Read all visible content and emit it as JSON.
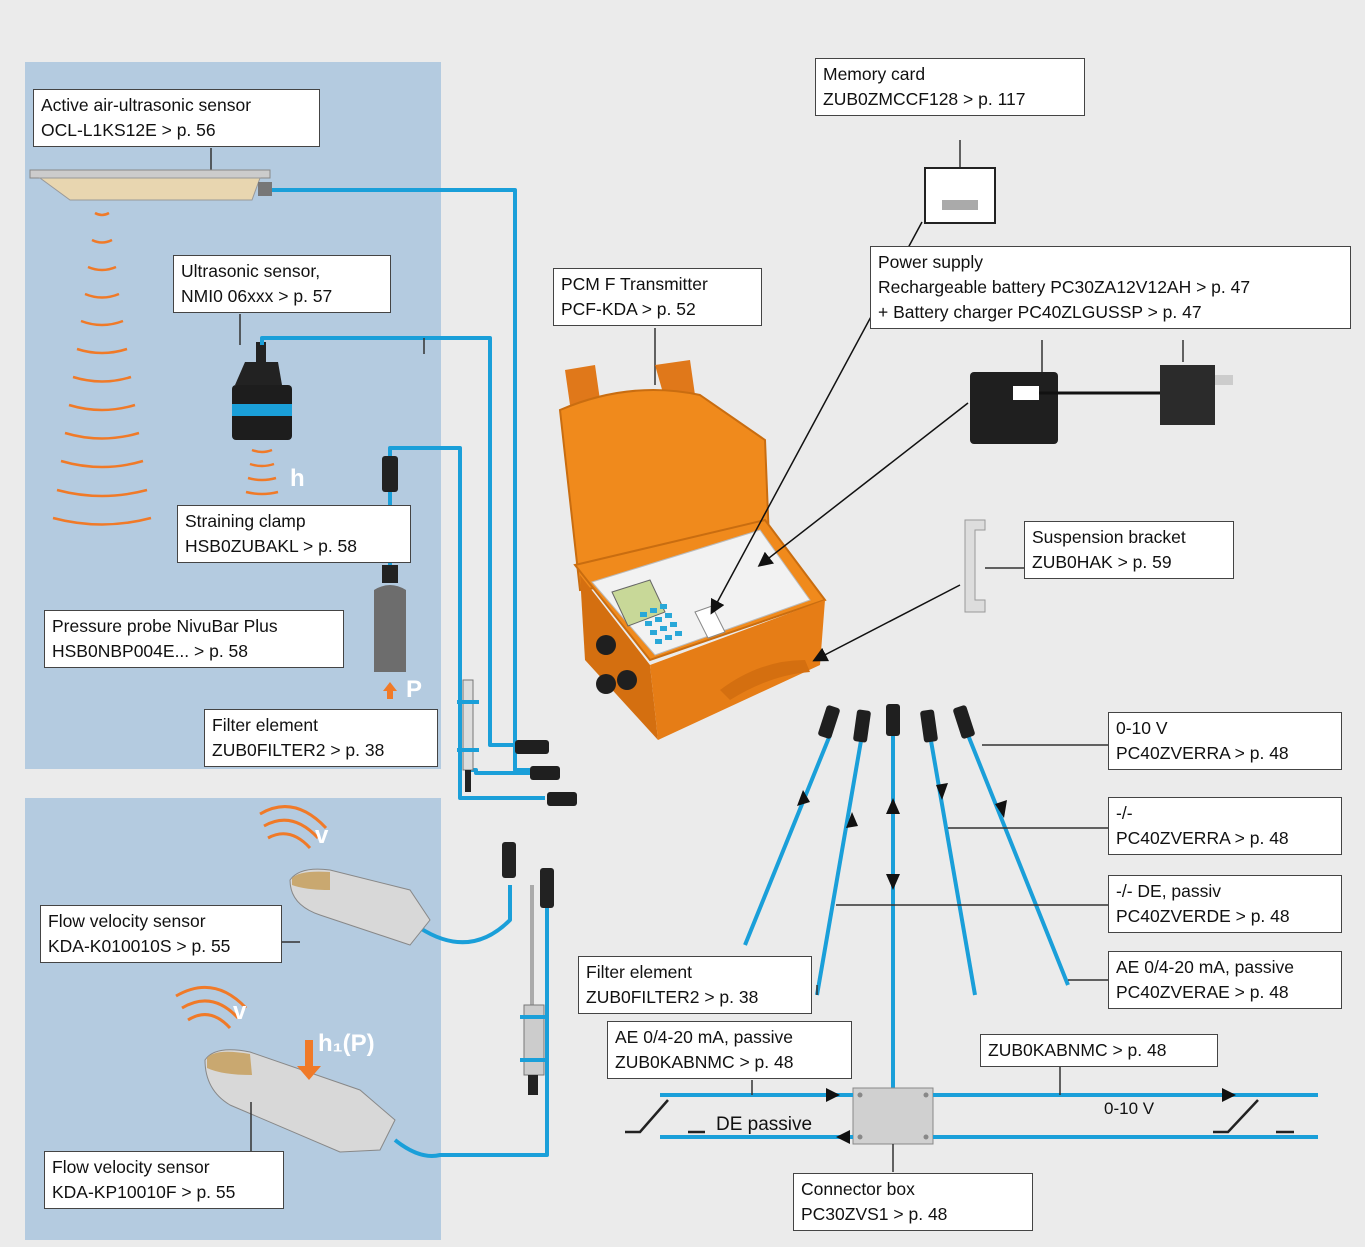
{
  "labels": {
    "ocl": {
      "line1": "Active air-ultrasonic sensor",
      "line2": "OCL-L1KS12E > p. 56"
    },
    "nmi": {
      "line1": "Ultrasonic sensor,",
      "line2": "NMI0 06xxx > p. 57"
    },
    "clamp": {
      "line1": "Straining clamp",
      "line2": "HSB0ZUBAKL >  p. 58"
    },
    "pressure": {
      "line1": "Pressure probe NivuBar Plus",
      "line2": "HSB0NBP004E... > p. 58"
    },
    "filter1": {
      "line1": "Filter element",
      "line2": "ZUB0FILTER2 > p. 38"
    },
    "kda1": {
      "line1": "Flow velocity sensor",
      "line2": "KDA-K010010S > p. 55"
    },
    "kda2": {
      "line1": "Flow velocity sensor",
      "line2": "KDA-KP10010F > p. 55"
    },
    "filter2": {
      "line1": "Filter element",
      "line2": "ZUB0FILTER2 > p. 38"
    },
    "pcm": {
      "line1": "PCM F Transmitter",
      "line2": "PCF-KDA > p. 52"
    },
    "memory": {
      "line1": "Memory card",
      "line2": "ZUB0ZMCCF128 > p. 117"
    },
    "power": {
      "line1": "Power supply",
      "line2": "Rechargeable battery PC30ZA12V12AH >  p. 47",
      "line3": "+ Battery charger  PC40ZLGUSSP >  p. 47"
    },
    "bracket": {
      "line1": "Suspension bracket",
      "line2": "ZUB0HAK > p. 59"
    },
    "out1": {
      "line1": "0-10 V",
      "line2": "PC40ZVERRA > p. 48"
    },
    "out2": {
      "line1": "-/-",
      "line2": "PC40ZVERRA > p. 48"
    },
    "out3": {
      "line1": "-/- DE, passiv",
      "line2": "PC40ZVERDE > p. 48"
    },
    "out4": {
      "line1": "AE 0/4-20 mA, passive",
      "line2": "PC40ZVERAE > p. 48"
    },
    "ae": {
      "line1": "AE 0/4-20 mA, passive",
      "line2": "ZUB0KABNMC > p. 48"
    },
    "kab": {
      "line1": "ZUB0KABNMC > p. 48"
    },
    "connector": {
      "line1": "Connector box",
      "line2": "PC30ZVS1 > p. 48"
    }
  },
  "tags": {
    "h": "h",
    "p": "P",
    "v1": "v",
    "v2": "v",
    "h1p": "h₁(P)"
  },
  "wire_text": {
    "de_passive": "DE passive",
    "zero_ten": "0-10 V"
  },
  "colors": {
    "panel": "#b4cbe0",
    "background": "#ebebeb",
    "cable": "#1a9fd9",
    "case": "#f08a1c",
    "wave": "#f07a28"
  }
}
